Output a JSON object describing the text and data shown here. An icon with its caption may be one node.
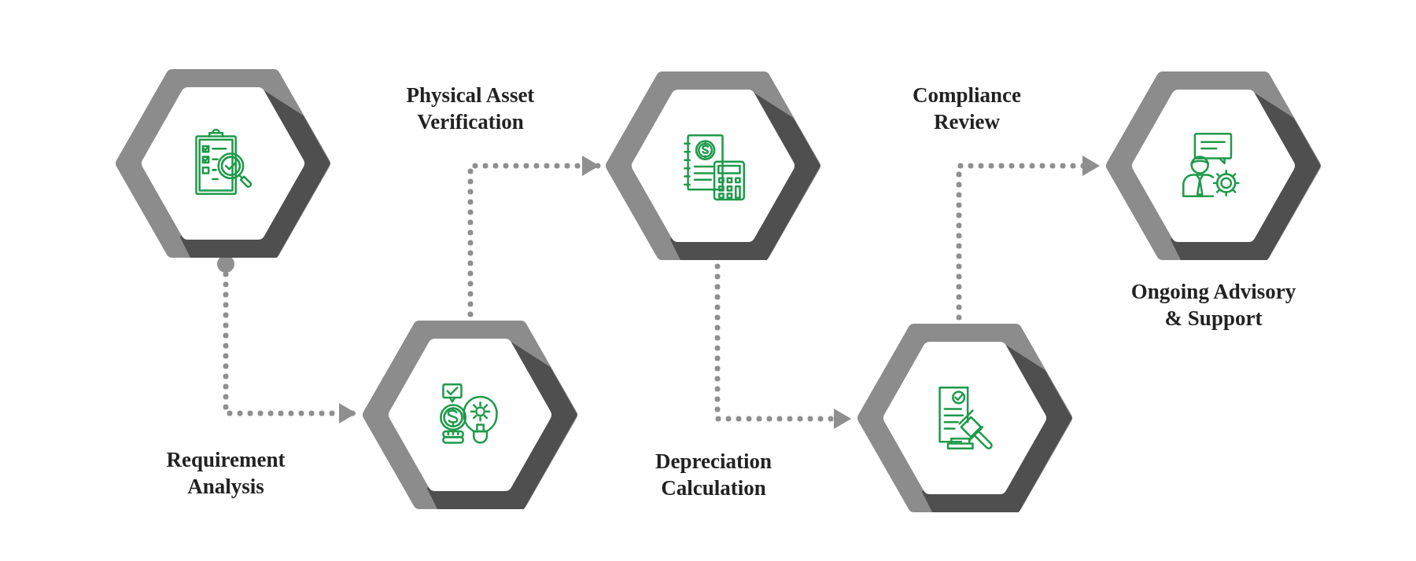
{
  "diagram": {
    "nodes": [
      {
        "text": [],
        "shape": "hexagon"
      },
      {
        "text": [],
        "shape": "hexagon"
      },
      {
        "text": [],
        "shape": "hexagon"
      },
      {
        "text": [],
        "shape": "hexagon"
      },
      {
        "text": [],
        "shape": "hexagon",
        "beside": [
          "Ongoing Advisory & Support"
        ]
      }
    ],
    "edges": [
      {
        "from": 0,
        "to": 1,
        "arrow": "to",
        "style": "dashed"
      },
      {
        "from": 1,
        "to": 2,
        "arrow": "to",
        "style": "dashed"
      },
      {
        "from": 2,
        "to": 3,
        "arrow": "to",
        "style": "dashed"
      },
      {
        "from": 3,
        "to": 4,
        "arrow": "to",
        "style": "dashed"
      }
    ],
    "labels": [
      "Physical Asset Verification",
      "Compliance Review",
      "Requirement Analysis",
      "Depreciation Calculation"
    ]
  }
}
